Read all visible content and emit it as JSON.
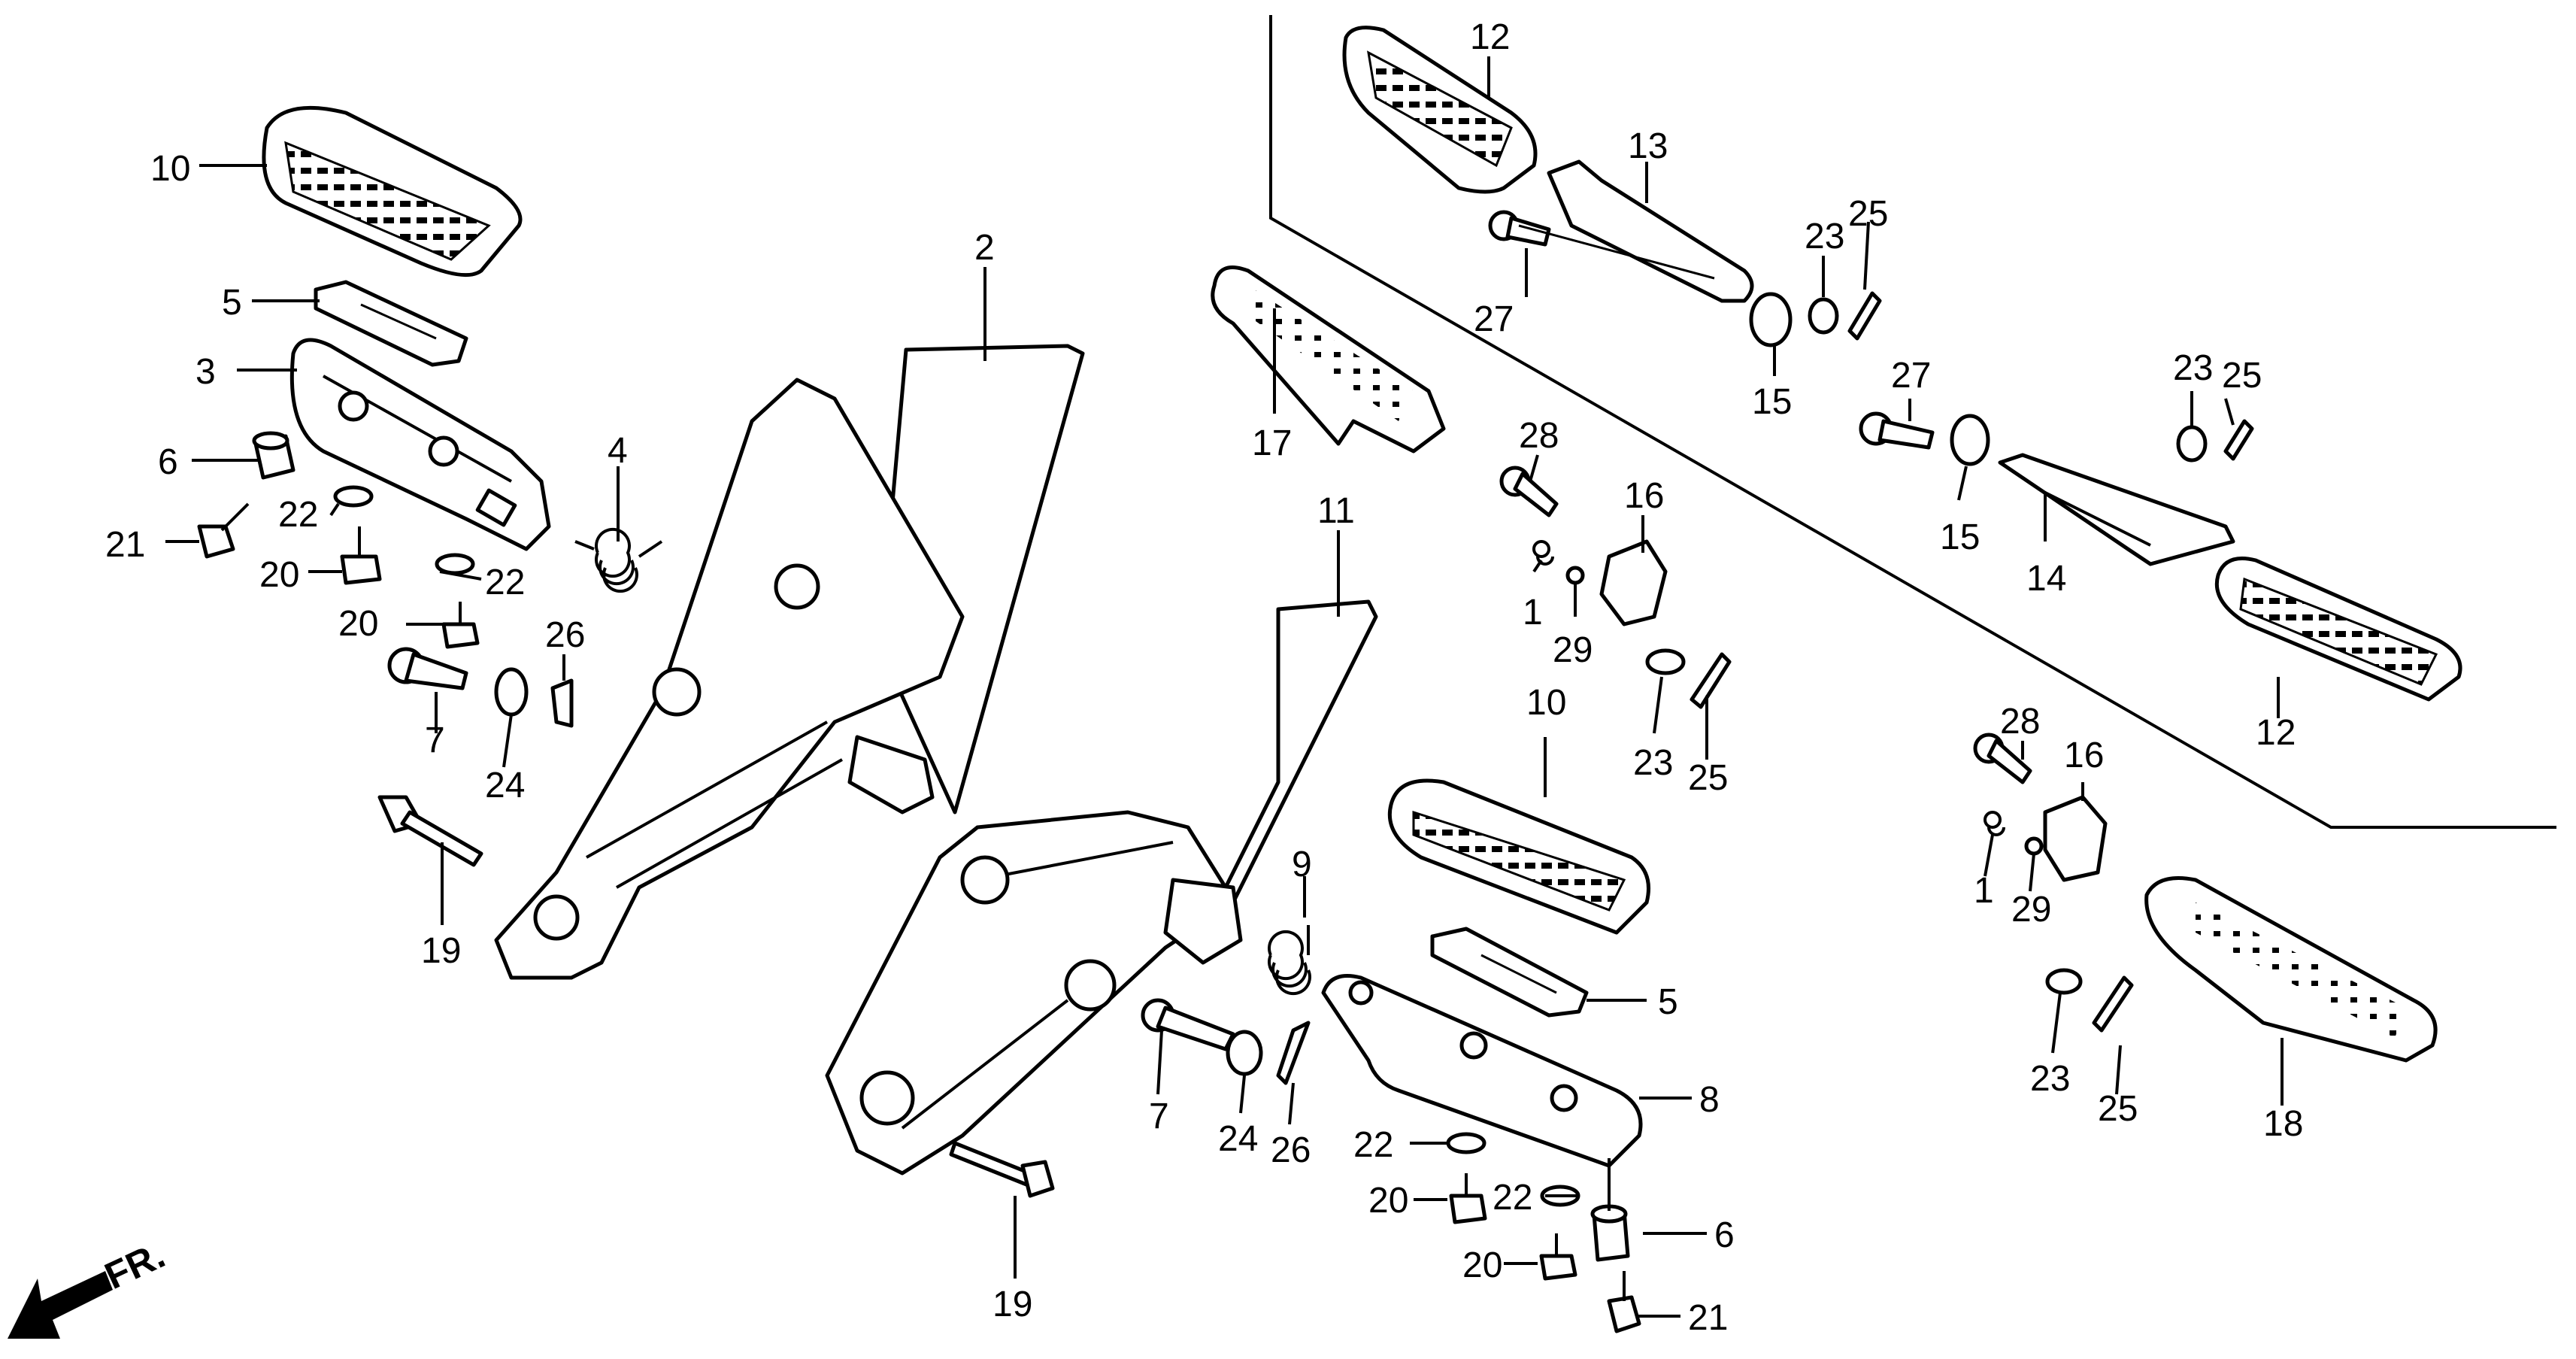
{
  "direction_label": "FR.",
  "callouts": {
    "c01": "10",
    "c02": "5",
    "c03": "3",
    "c04": "6",
    "c05": "21",
    "c06": "22",
    "c07": "20",
    "c08": "22",
    "c09": "20",
    "c10": "7",
    "c11": "24",
    "c12": "26",
    "c13": "4",
    "c14": "19",
    "c15": "2",
    "c16": "12",
    "c17": "13",
    "c18": "27",
    "c19": "15",
    "c20": "23",
    "c21": "25",
    "c22": "17",
    "c23": "28",
    "c24": "16",
    "c25": "1",
    "c26": "29",
    "c27": "11",
    "c28": "23",
    "c29": "25",
    "c30": "10",
    "c31": "27",
    "c32": "15",
    "c33": "23",
    "c34": "25",
    "c35": "14",
    "c36": "12",
    "c37": "28",
    "c38": "16",
    "c39": "1",
    "c40": "29",
    "c41": "23",
    "c42": "25",
    "c43": "18",
    "c44": "9",
    "c45": "5",
    "c46": "8",
    "c47": "7",
    "c48": "24",
    "c49": "26",
    "c50": "22",
    "c51": "20",
    "c52": "22",
    "c53": "20",
    "c54": "6",
    "c55": "21",
    "c56": "19"
  }
}
